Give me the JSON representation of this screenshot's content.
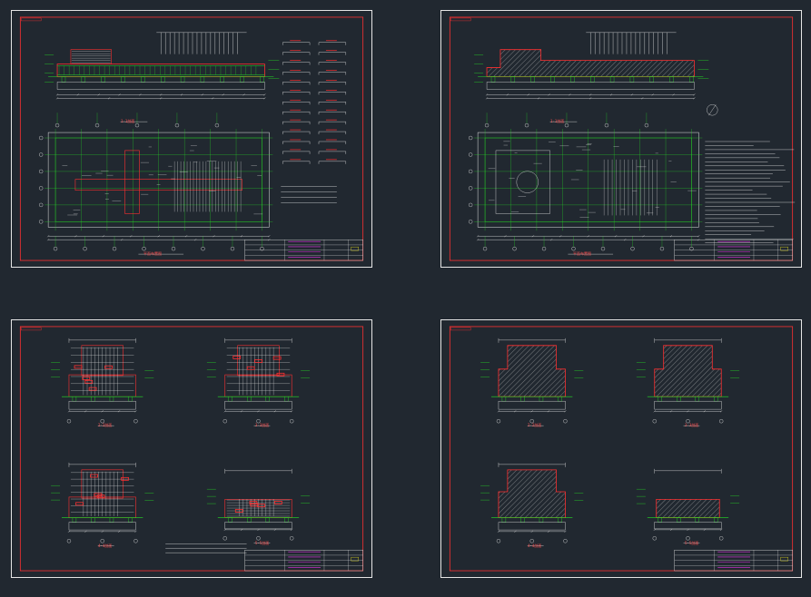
{
  "colors": {
    "background": "#212830",
    "frame": "#e6e6e6",
    "border_red": "#ff3030",
    "green": "#25e025",
    "white": "#e6e6e6",
    "yellow": "#e8e020",
    "magenta": "#e030e0"
  },
  "sheets": [
    {
      "id": "sheet-1",
      "variant": "plan-rebar"
    },
    {
      "id": "sheet-2",
      "variant": "plan-hatch"
    },
    {
      "id": "sheet-3",
      "variant": "sections-rebar"
    },
    {
      "id": "sheet-4",
      "variant": "sections-hatch"
    }
  ],
  "section_labels": {
    "sheet1": [
      "1-1剖面",
      "平面布置图"
    ],
    "sheet2": [
      "1-1剖面",
      "平面布置图"
    ],
    "sheet3": [
      "2-2剖面",
      "3-3剖面",
      "4-4剖面",
      "5-5剖面"
    ],
    "sheet4": [
      "2-2剖面",
      "3-3剖面",
      "4-4剖面",
      "5-5剖面"
    ]
  }
}
